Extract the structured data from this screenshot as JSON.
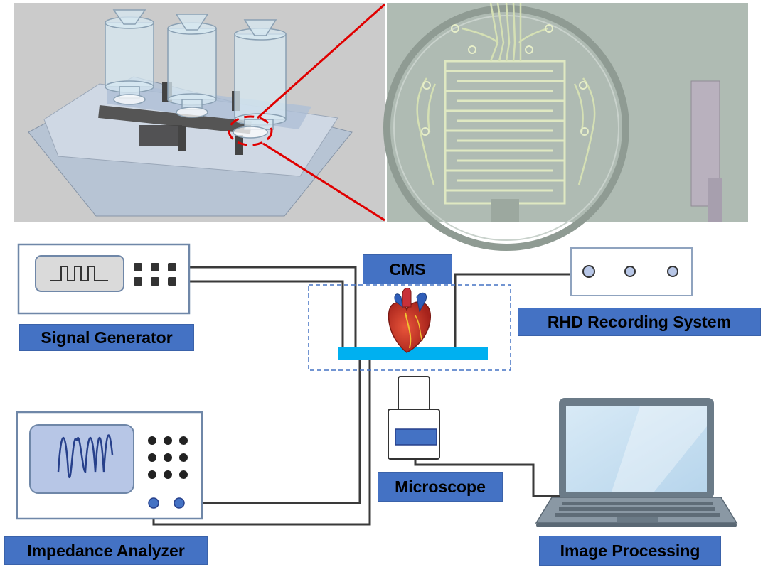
{
  "labels": {
    "signal_generator": "Signal Generator",
    "impedance_analyzer": "Impedance Analyzer",
    "cms": "CMS",
    "rhd": "RHD Recording System",
    "microscope": "Microscope",
    "image_processing": "Image Processing"
  },
  "colors": {
    "label_fill": "#4472c4",
    "device_outline": "#6f87a8",
    "wire": "#3a3a3a",
    "callout": "#e00000",
    "substrate": "#00b0f0",
    "photo_bg": "#aab6ad",
    "render_bg": "#c9c9c9"
  },
  "icons": {
    "signal_generator": "pulse-train-icon",
    "impedance_analyzer": "sine-wave-icon",
    "heart": "heart-icon",
    "microscope": "microscope-icon",
    "laptop": "laptop-icon"
  }
}
